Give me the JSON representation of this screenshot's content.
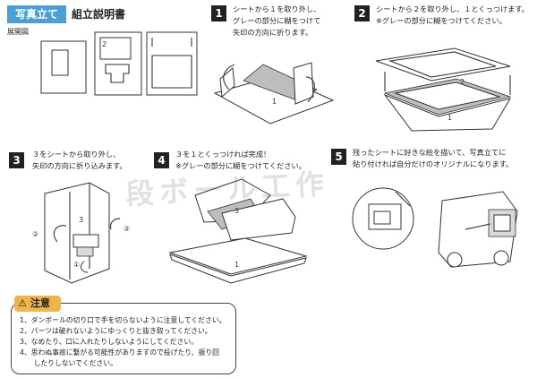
{
  "header": {
    "badge": "写真立て",
    "title": "組立説明書",
    "subtitle": "展開図"
  },
  "steps": [
    {
      "number": "1",
      "text": "シートから１を取り外し、\nグレーの部分に糊をつけて\n矢印の方向に折ります。",
      "labels": [
        "1"
      ]
    },
    {
      "number": "2",
      "text": "シートから２を取り外し、１とくっつけます。\n※グレーの部分に糊をつけてください。",
      "labels": [
        "2",
        "1"
      ]
    },
    {
      "number": "3",
      "text": "３をシートから取り外し、\n矢印の方向に折り込みます。",
      "labels": [
        "3",
        "②",
        "②",
        "①"
      ]
    },
    {
      "number": "4",
      "text": "３を１とくっつければ完成！\n※グレーの部分に糊をつけてください。",
      "labels": [
        "3",
        "1"
      ]
    },
    {
      "number": "5",
      "text": "残ったシートに好きな絵を描いて、写真立てに\n貼り付ければ自分だけのオリジナルになります。",
      "labels": []
    }
  ],
  "layout_labels": {
    "part2": "2"
  },
  "caution": {
    "badge": "注意",
    "items": [
      "1、ダンボールの切り口で手を切らないように注意してください。",
      "2、パーツは破れないようにゆっくりと抜き取ってください。",
      "3、なめたり、口に入れたりしないようにしてください。",
      "4、思わぬ事故に繋がる可能性がありますので投げたり、振り回",
      "　　したりしないでください。"
    ]
  },
  "watermark": "段ボール工作"
}
